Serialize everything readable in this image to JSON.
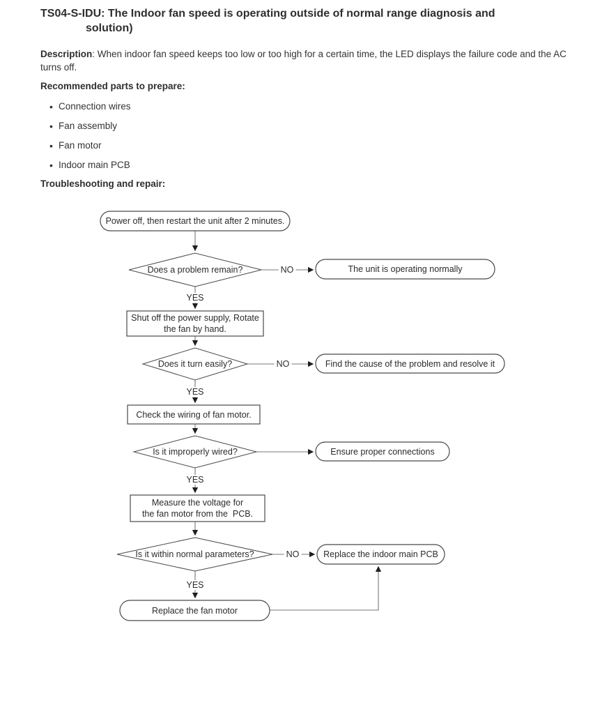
{
  "document": {
    "title_line1": "TS04-S-IDU:  The Indoor fan speed is operating outside of normal range diagnosis and",
    "title_line2": "solution)",
    "description_label": "Description",
    "description_body": ": When indoor fan speed keeps too low or too high for a certain time, the LED displays the failure code and the AC turns off.",
    "parts_heading": "Recommended parts to prepare:",
    "bullet": "•",
    "parts": [
      "Connection wires",
      "Fan assembly",
      "Fan motor",
      "Indoor main PCB"
    ],
    "flow_heading": "Troubleshooting and repair:"
  },
  "flowchart": {
    "start": "Power off, then restart the unit after 2 minutes.",
    "q_problem_remain": "Does a problem remain?",
    "result_normal": "The unit is operating normally",
    "step_shut_off": "Shut off the power supply, Rotate\nthe fan by hand.",
    "q_turn_easily": "Does it turn easily?",
    "result_find_cause": "Find the cause of the problem and resolve it",
    "step_check_wiring": "Check the wiring of fan motor.",
    "q_improperly_wired": "Is it improperly wired?",
    "result_ensure_connections": "Ensure proper connections",
    "step_measure_voltage": "Measure the voltage for\nthe fan motor from the  PCB.",
    "q_normal_parameters": "Is it within normal parameters?",
    "result_replace_pcb": "Replace the indoor main PCB",
    "result_replace_fan_motor": "Replace the fan motor",
    "labels": {
      "yes": "YES",
      "no": "NO"
    }
  },
  "colors": {
    "background": "#ffffff",
    "text": "#2e2e30",
    "shape_border": "#48494b",
    "connector_line": "#76777a",
    "arrowhead": "#1f1f21"
  }
}
